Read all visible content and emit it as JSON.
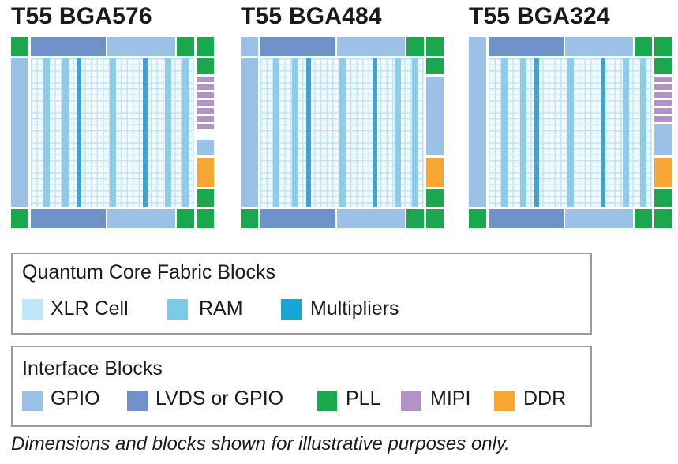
{
  "packages": [
    {
      "title": "T55 BGA576",
      "mipi_blocks": 7
    },
    {
      "title": "T55 BGA484",
      "mipi_blocks": 0
    },
    {
      "title": "T55 BGA324",
      "mipi_blocks": 6
    }
  ],
  "legend_core": {
    "title": "Quantum Core Fabric Blocks",
    "items": [
      {
        "label": "XLR Cell",
        "color": "#bfe6f9",
        "icon": "xlr-cell-swatch"
      },
      {
        "label": "RAM",
        "color": "#7ccbe6",
        "icon": "ram-swatch"
      },
      {
        "label": "Multipliers",
        "color": "#17a6d6",
        "icon": "multipliers-swatch"
      }
    ]
  },
  "legend_interface": {
    "title": "Interface Blocks",
    "items": [
      {
        "label": "GPIO",
        "color": "#9cc1e6",
        "icon": "gpio-swatch"
      },
      {
        "label": "LVDS or GPIO",
        "color": "#6f92c9",
        "icon": "lvds-swatch"
      },
      {
        "label": "PLL",
        "color": "#1aa74d",
        "icon": "pll-swatch"
      },
      {
        "label": "MIPI",
        "color": "#b492c9",
        "icon": "mipi-swatch"
      },
      {
        "label": "DDR",
        "color": "#f7a535",
        "icon": "ddr-swatch"
      }
    ]
  },
  "footnote": "Dimensions and blocks shown for illustrative purposes only."
}
